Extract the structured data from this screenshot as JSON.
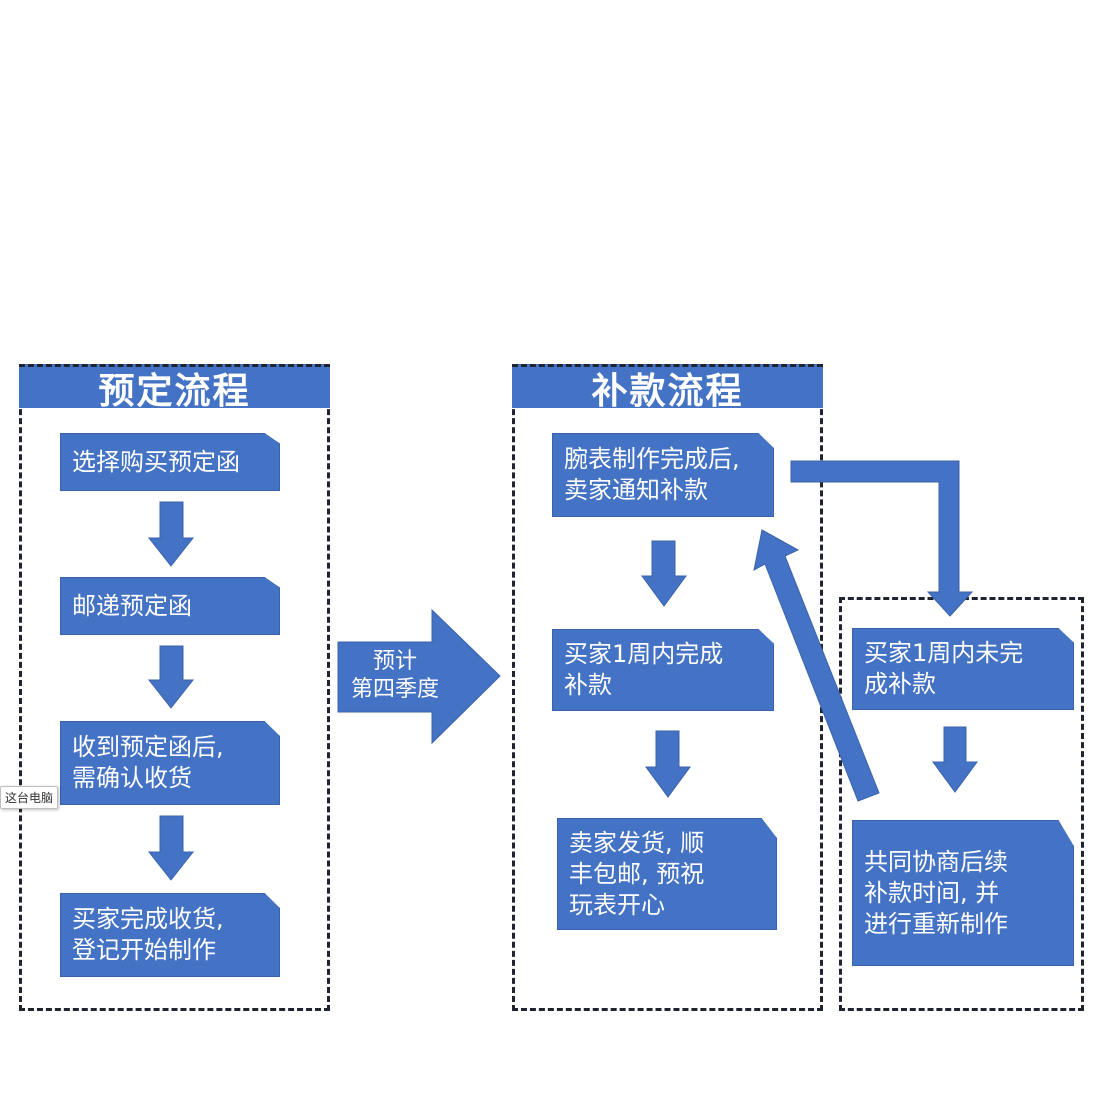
{
  "booking": {
    "title": "预定流程",
    "steps": [
      "选择购买预定函",
      "邮递预定函",
      "收到预定函后,\n需确认收货",
      "买家完成收货,\n登记开始制作"
    ]
  },
  "transition": {
    "line1": "预计",
    "line2": "第四季度"
  },
  "payment": {
    "title": "补款流程",
    "steps": [
      "腕表制作完成后,\n卖家通知补款",
      "买家1周内完成\n补款",
      "卖家发货, 顺\n丰包邮, 预祝\n玩表开心"
    ]
  },
  "fallback": {
    "steps": [
      "买家1周内未完\n成补款",
      "共同协商后续\n补款时间, 并\n进行重新制作"
    ]
  },
  "tooltip": "这台电脑",
  "colors": {
    "box_fill": "#4472c4",
    "border": "#1f2430",
    "text_on_box": "#ffffff"
  }
}
